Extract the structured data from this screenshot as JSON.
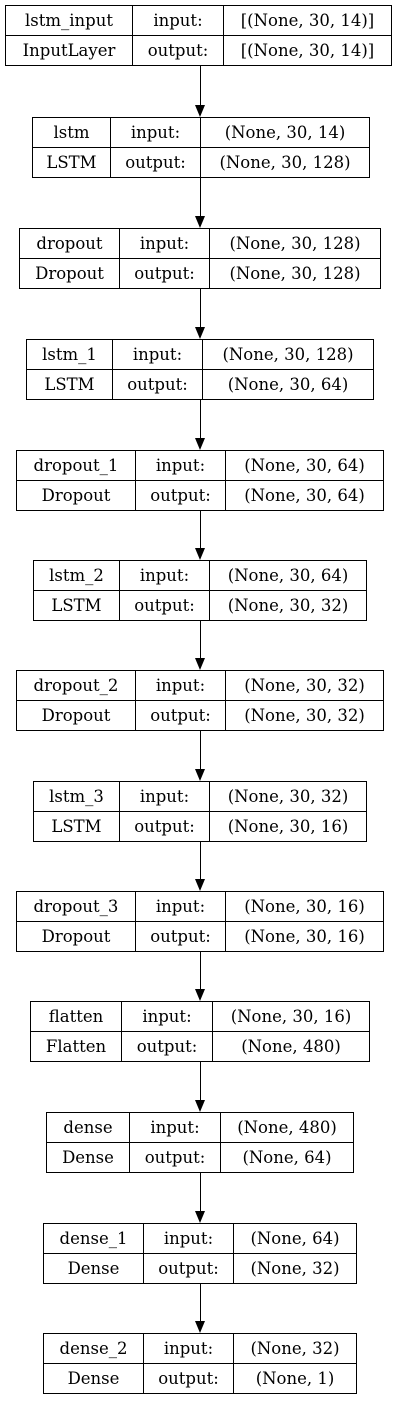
{
  "diagram": {
    "nodes": [
      {
        "name": "lstm_input",
        "type": "InputLayer",
        "input_label": "input:",
        "output_label": "output:",
        "input": "[(None, 30, 14)]",
        "output": "[(None, 30, 14)]"
      },
      {
        "name": "lstm",
        "type": "LSTM",
        "input_label": "input:",
        "output_label": "output:",
        "input": "(None, 30, 14)",
        "output": "(None, 30, 128)"
      },
      {
        "name": "dropout",
        "type": "Dropout",
        "input_label": "input:",
        "output_label": "output:",
        "input": "(None, 30, 128)",
        "output": "(None, 30, 128)"
      },
      {
        "name": "lstm_1",
        "type": "LSTM",
        "input_label": "input:",
        "output_label": "output:",
        "input": "(None, 30, 128)",
        "output": "(None, 30, 64)"
      },
      {
        "name": "dropout_1",
        "type": "Dropout",
        "input_label": "input:",
        "output_label": "output:",
        "input": "(None, 30, 64)",
        "output": "(None, 30, 64)"
      },
      {
        "name": "lstm_2",
        "type": "LSTM",
        "input_label": "input:",
        "output_label": "output:",
        "input": "(None, 30, 64)",
        "output": "(None, 30, 32)"
      },
      {
        "name": "dropout_2",
        "type": "Dropout",
        "input_label": "input:",
        "output_label": "output:",
        "input": "(None, 30, 32)",
        "output": "(None, 30, 32)"
      },
      {
        "name": "lstm_3",
        "type": "LSTM",
        "input_label": "input:",
        "output_label": "output:",
        "input": "(None, 30, 32)",
        "output": "(None, 30, 16)"
      },
      {
        "name": "dropout_3",
        "type": "Dropout",
        "input_label": "input:",
        "output_label": "output:",
        "input": "(None, 30, 16)",
        "output": "(None, 30, 16)"
      },
      {
        "name": "flatten",
        "type": "Flatten",
        "input_label": "input:",
        "output_label": "output:",
        "input": "(None, 30, 16)",
        "output": "(None, 480)"
      },
      {
        "name": "dense",
        "type": "Dense",
        "input_label": "input:",
        "output_label": "output:",
        "input": "(None, 480)",
        "output": "(None, 64)"
      },
      {
        "name": "dense_1",
        "type": "Dense",
        "input_label": "input:",
        "output_label": "output:",
        "input": "(None, 64)",
        "output": "(None, 32)"
      },
      {
        "name": "dense_2",
        "type": "Dense",
        "input_label": "input:",
        "output_label": "output:",
        "input": "(None, 32)",
        "output": "(None, 1)"
      }
    ]
  }
}
